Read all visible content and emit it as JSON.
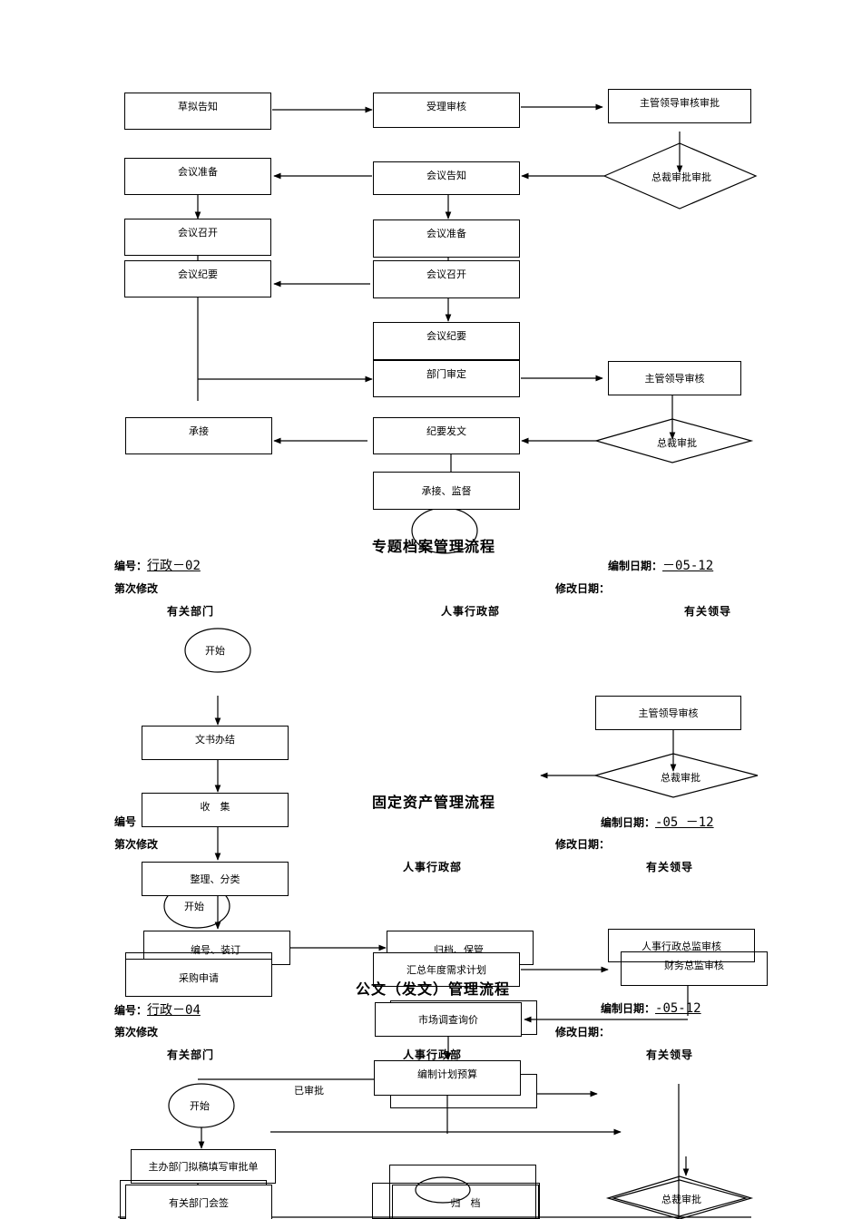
{
  "meeting_flow": {
    "draft_notice": "草拟告知",
    "accept_review": "受理审核",
    "supervisor_review_approve": "主管领导审核审批",
    "president_approve": "总裁审批审批",
    "meeting_prep_left": "会议准备",
    "meeting_notice": "会议告知",
    "meeting_open_left": "会议召开",
    "meeting_prep_mid": "会议准备",
    "minutes_left": "会议纪要",
    "meeting_open_mid": "会议召开",
    "minutes_mid": "会议纪要",
    "dept_review": "部门审定",
    "supervisor_review": "主管领导审核",
    "president_approval": "总裁审批",
    "undertake": "承接",
    "minutes_issue": "纪要发文",
    "undertake_supervise": "承接、监督"
  },
  "archive_flow": {
    "title": "专题档案管理流程",
    "number_label": "编号：",
    "number_value": "行政－02",
    "date_label": "编制日期：",
    "date_value": "－05-12",
    "revision_label": "第次修改",
    "revision_date_label": "修改日期：",
    "col_dept": "有关部门",
    "col_hr": "人事行政部",
    "col_leader": "有关领导",
    "start": "开始",
    "doc_done": "文书办结",
    "collect": "收　集",
    "sort": "整理、分类",
    "bind": "编号、装订",
    "file_keep": "归档、保管",
    "supervisor_review": "主管领导审核",
    "president_approval": "总裁审批"
  },
  "asset_flow": {
    "title": "固定资产管理流程",
    "number_label": "编号",
    "date_label": "编制日期：",
    "date_value": "-05 －12",
    "revision_label": "第次修改",
    "revision_date_label": "修改日期：",
    "col_hr": "人事行政部",
    "col_leader": "有关领导",
    "start": "开始",
    "purchase_request": "采购申请",
    "summary_plan": "汇总年度需求计划",
    "hr_director": "人事行政总监审核",
    "finance_director": "财务总监审核",
    "market_survey": "市场调查询价",
    "budget": "编制计划预算"
  },
  "doc_flow": {
    "title": "公文（发文）管理流程",
    "number_label": "编号：",
    "number_value": "行政－04",
    "date_label": "编制日期：",
    "date_value": "-05-12",
    "revision_label": "第次修改",
    "revision_date_label": "修改日期：",
    "col_dept": "有关部门",
    "col_hr": "人事行政部",
    "col_leader": "有关领导",
    "start": "开始",
    "approved": "已审批",
    "draft_form": "主办部门拟稿填写审批单",
    "countersign": "有关部门会签",
    "archive": "归　档",
    "president_approval": "总裁审批"
  }
}
